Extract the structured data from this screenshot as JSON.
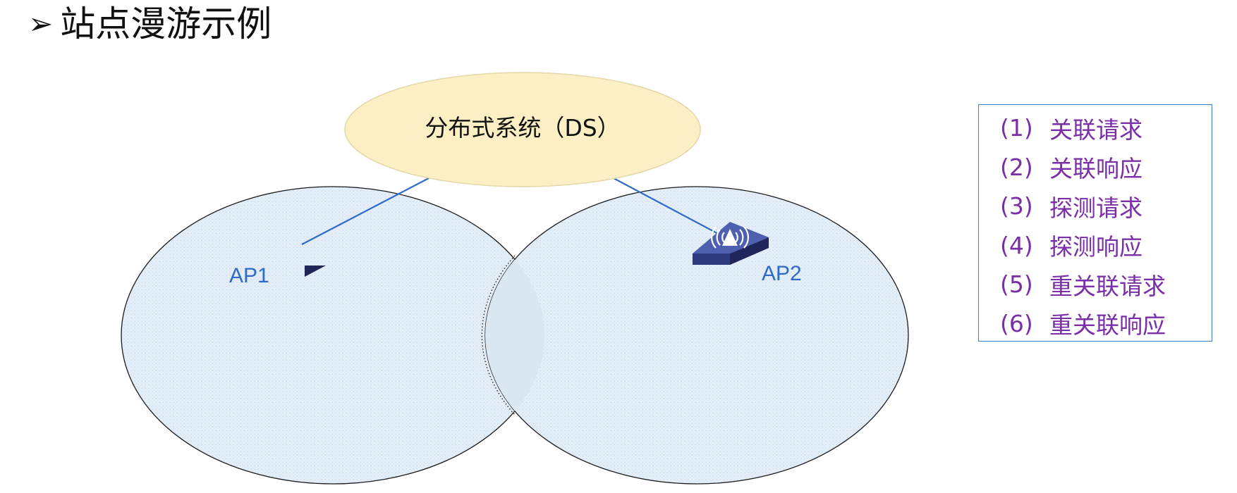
{
  "title": {
    "arrow_glyph": "➢",
    "text": "站点漫游示例"
  },
  "diagram": {
    "ds_label": "分布式系统（DS）",
    "ap1_label": "AP1",
    "ap2_label": "AP2",
    "ap2_icon": "wireless-access-point-icon",
    "colors": {
      "ds_fill": "#fcefc4",
      "ds_stroke": "#e3d7a8",
      "cell_fill": "#e4eef8",
      "cell_stroke": "#1a1a1a",
      "link": "#2e6bc6",
      "ap_label": "#2e6bc6",
      "ap_body": "#3d4f95"
    }
  },
  "legend": {
    "border_color": "#3a7ad6",
    "text_color": "#7a2ea8",
    "items": [
      {
        "num": "(1)",
        "label": "关联请求"
      },
      {
        "num": "(2)",
        "label": "关联响应"
      },
      {
        "num": "(3)",
        "label": "探测请求"
      },
      {
        "num": "(4)",
        "label": "探测响应"
      },
      {
        "num": "(5)",
        "label": "重关联请求"
      },
      {
        "num": "(6)",
        "label": "重关联响应"
      }
    ]
  }
}
